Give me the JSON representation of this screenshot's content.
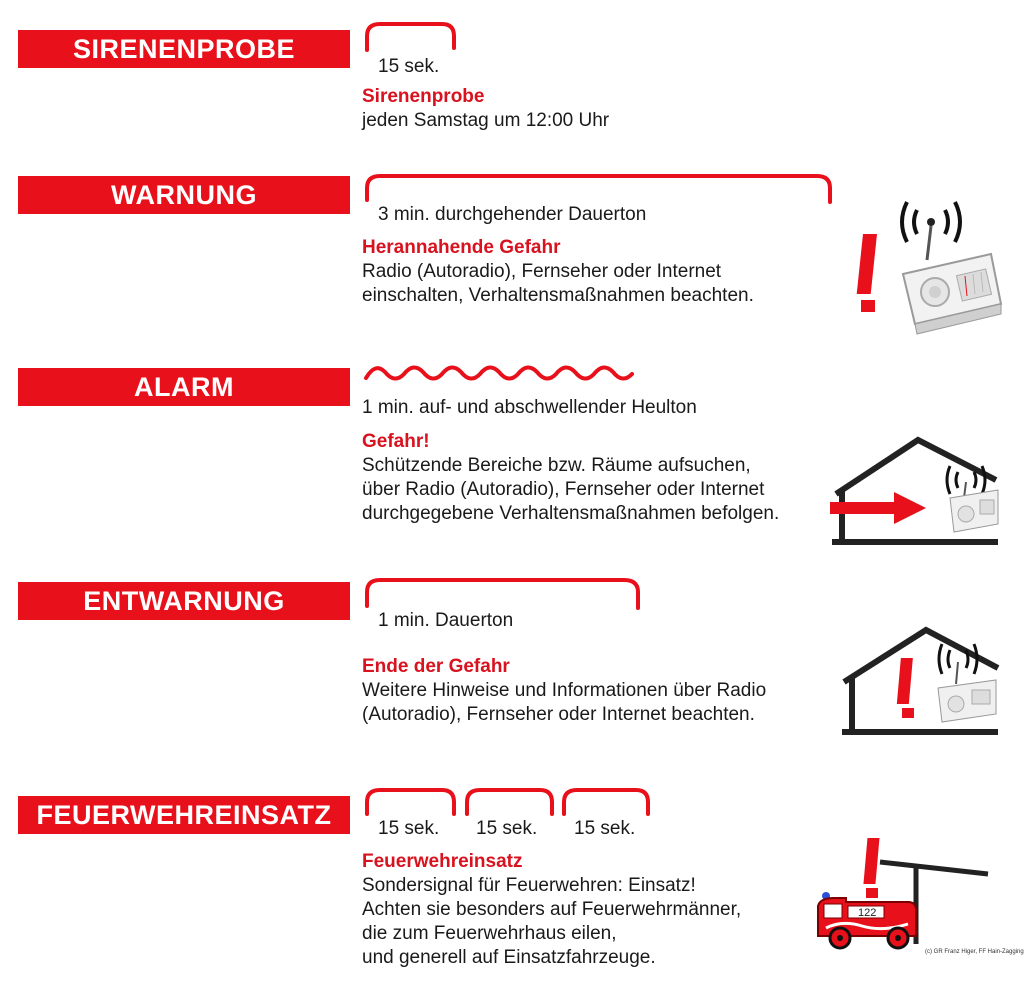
{
  "sections": [
    {
      "label": "SIRENENPROBE",
      "durations": [
        "15 sek."
      ],
      "heading": "Sirenenprobe",
      "lines": [
        "jeden Samstag um 12:00 Uhr"
      ]
    },
    {
      "label": "WARNUNG",
      "durations": [
        "3 min. durchgehender Dauerton"
      ],
      "heading": "Herannahende Gefahr",
      "lines": [
        "Radio (Autoradio), Fernseher oder Internet",
        "einschalten, Verhaltensmaßnahmen beachten."
      ]
    },
    {
      "label": "ALARM",
      "durations": [
        "1 min. auf- und abschwellender Heulton"
      ],
      "heading": "Gefahr!",
      "lines": [
        "Schützende Bereiche bzw. Räume aufsuchen,",
        "über Radio (Autoradio), Fernseher oder Internet",
        "durchgegebene Verhaltensmaßnahmen befolgen."
      ]
    },
    {
      "label": "ENTWARNUNG",
      "durations": [
        "1 min. Dauerton"
      ],
      "heading": "Ende der Gefahr",
      "lines": [
        "Weitere Hinweise und Informationen über Radio",
        "(Autoradio), Fernseher oder Internet beachten."
      ]
    },
    {
      "label": "FEUERWEHREINSATZ",
      "durations": [
        "15 sek.",
        "15 sek.",
        "15 sek."
      ],
      "heading": "Feuerwehreinsatz",
      "lines": [
        "Sondersignal für Feuerwehren: Einsatz!",
        "Achten sie besonders auf Feuerwehrmänner,",
        "die zum Feuerwehrhaus eilen,",
        "und generell auf Einsatzfahrzeuge."
      ]
    }
  ],
  "illustrations": {
    "warning": "exclamation-radio-icon",
    "alarm": "house-arrow-radio-icon",
    "all_clear": "house-exclamation-radio-icon",
    "fire": "fire-truck-exclamation-icon",
    "truck_number": "122",
    "credit": "(c) GR Franz Higer, FF Hain-Zagging"
  },
  "colors": {
    "accent": "#e8101a",
    "text": "#1a1a1a",
    "heading": "#d8121e"
  }
}
